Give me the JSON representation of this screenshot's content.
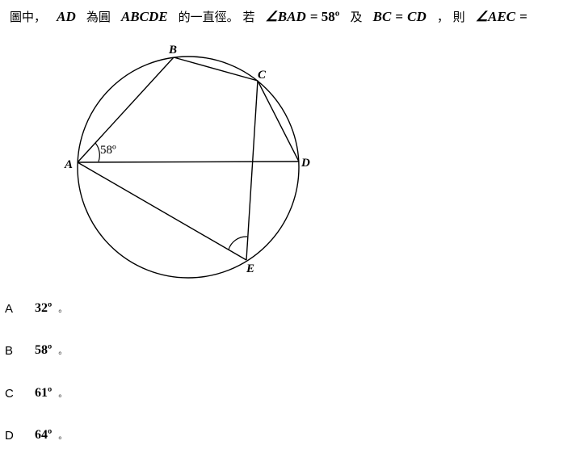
{
  "question": {
    "p1": "圖中，",
    "ad": "AD",
    "p2": "為圓",
    "circle_name": "ABCDE",
    "p3": "的一直徑。 若",
    "angle_bad": "∠BAD",
    "eq1": "= 58º",
    "p4": "及",
    "bc": "BC",
    "eq2": "=",
    "cd": "CD",
    "p5": "， 則",
    "angle_aec": "∠AEC",
    "eq3": "="
  },
  "figure": {
    "labels": {
      "A": "A",
      "B": "B",
      "C": "C",
      "D": "D",
      "E": "E"
    },
    "angle_label": "58º"
  },
  "options": [
    {
      "letter": "A",
      "value": "32º",
      "mark": "。"
    },
    {
      "letter": "B",
      "value": "58º",
      "mark": "。"
    },
    {
      "letter": "C",
      "value": "61º",
      "mark": "。"
    },
    {
      "letter": "D",
      "value": "64º",
      "mark": "。"
    }
  ]
}
